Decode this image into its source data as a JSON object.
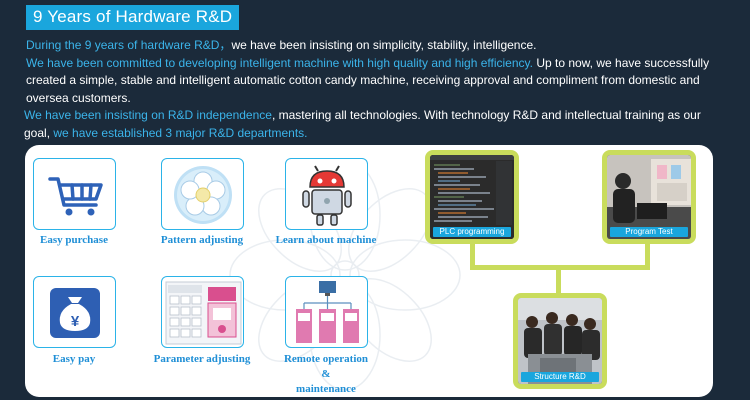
{
  "header": {
    "title": "9 Years of Hardware R&D"
  },
  "intro": {
    "p1_a": "During the 9 years of hardware R&D，",
    "p1_b": "we have been insisting on simplicity, stability, intelligence.",
    "p1_c": "We have been committed to developing intelligent machine with high quality and high efficiency.",
    "p1_d": " Up to now, we have successfully created a simple, stable and intelligent automatic cotton candy machine, receiving approval and compliment from domestic and oversea customers.",
    "p2_a": "We have been insisting on R&D independence",
    "p2_b": ", mastering all technologies. With technology R&D and intellectual training as our goal, ",
    "p2_c": "we have established 3 major R&D departments."
  },
  "colors": {
    "accent": "#1aa6dd",
    "frame": "#c9dc5c",
    "background": "#1b2a3a"
  },
  "features": [
    {
      "label": "Easy purchase",
      "icon": "shopping-cart-icon"
    },
    {
      "label": "Pattern adjusting",
      "icon": "flower-pattern-icon"
    },
    {
      "label": "Learn about machine",
      "icon": "robot-icon"
    },
    {
      "label": "Easy pay",
      "icon": "money-bag-icon"
    },
    {
      "label": "Parameter adjusting",
      "icon": "control-screen-icon"
    },
    {
      "label": "Remote operation & maintenance",
      "label_line1": "Remote operation",
      "label_line2": "&",
      "label_line3": "maintenance",
      "icon": "network-machines-icon"
    }
  ],
  "departments": [
    {
      "label": "PLC programming"
    },
    {
      "label": "Program Test"
    },
    {
      "label": "Structure R&D"
    }
  ]
}
